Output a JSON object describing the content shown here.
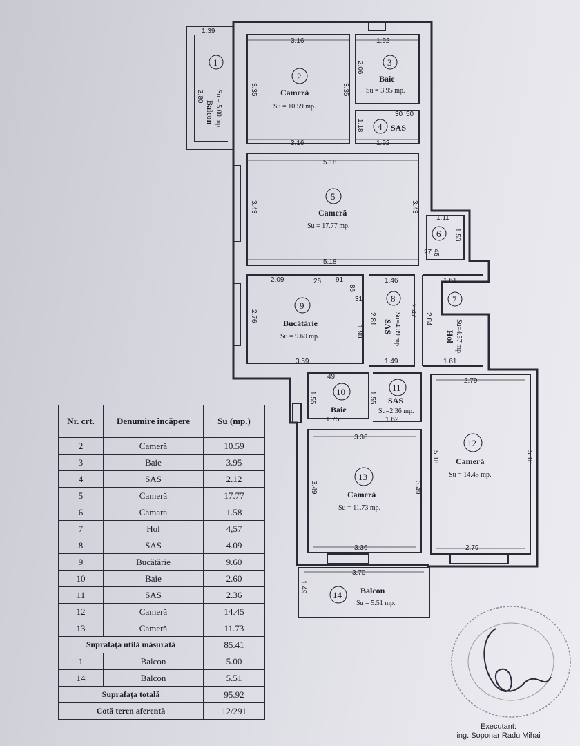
{
  "rooms": [
    {
      "nr": "1",
      "name": "Balcon",
      "area": "Su = 5.00 mp."
    },
    {
      "nr": "2",
      "name": "Cameră",
      "area": "Su = 10.59 mp."
    },
    {
      "nr": "3",
      "name": "Baie",
      "area": "Su = 3.95 mp."
    },
    {
      "nr": "4",
      "name": "SAS",
      "area": ""
    },
    {
      "nr": "5",
      "name": "Cameră",
      "area": "Su = 17.77 mp."
    },
    {
      "nr": "6",
      "name": "",
      "area": ""
    },
    {
      "nr": "7",
      "name": "Hol",
      "area": "Su=4.57 mp."
    },
    {
      "nr": "8",
      "name": "SAS",
      "area": "Su=4.09 mp."
    },
    {
      "nr": "9",
      "name": "Bucătărie",
      "area": "Su = 9.60 mp."
    },
    {
      "nr": "10",
      "name": "Baie",
      "area": ""
    },
    {
      "nr": "11",
      "name": "SAS",
      "area": "Su=2.36 mp."
    },
    {
      "nr": "12",
      "name": "Cameră",
      "area": "Su = 14.45 mp."
    },
    {
      "nr": "13",
      "name": "Cameră",
      "area": "Su = 11.73 mp."
    },
    {
      "nr": "14",
      "name": "Balcon",
      "area": "Su = 5.51 mp."
    }
  ],
  "dims": {
    "d139": "1.39",
    "d316a": "3.16",
    "d192a": "1.92",
    "d380": "3.80",
    "d335a": "3.35",
    "d335b": "3.35",
    "d206": "2.06",
    "d118": "1.18",
    "d30": "30",
    "d50": "50",
    "d316b": "3.16",
    "d192b": "1.92",
    "d518a": "5.18",
    "d343a": "3.43",
    "d343b": "3.43",
    "d111": "1.11",
    "d153": "1.53",
    "d27": "27",
    "d45": "45",
    "d518b": "5.18",
    "d209": "2.09",
    "d26": "26",
    "d91": "91",
    "d146": "1.46",
    "d161a": "1.61",
    "d86": "86",
    "d31": "31",
    "d276": "2.76",
    "d190": "1.90",
    "d281": "2.81",
    "d247": "2.47",
    "d284": "2.84",
    "d359": "3.59",
    "d149a": "1.49",
    "d161b": "1.61",
    "d49": "49",
    "d155a": "1.55",
    "d155b": "1.55",
    "d279a": "2.79",
    "d175": "1.75",
    "d162": "1.62",
    "d336a": "3.36",
    "d518c": "5.18",
    "d518d": "5.18",
    "d349a": "3.49",
    "d349b": "3.49",
    "d336b": "3.36",
    "d279b": "2.79",
    "d370": "3.70",
    "d149b": "1.49"
  },
  "table": {
    "header": {
      "nr": "Nr. crt.",
      "name": "Denumire încăpere",
      "su": "Su (mp.)"
    },
    "rows": [
      {
        "nr": "2",
        "name": "Cameră",
        "su": "10.59"
      },
      {
        "nr": "3",
        "name": "Baie",
        "su": "3.95"
      },
      {
        "nr": "4",
        "name": "SAS",
        "su": "2.12"
      },
      {
        "nr": "5",
        "name": "Cameră",
        "su": "17.77"
      },
      {
        "nr": "6",
        "name": "Cămară",
        "su": "1.58"
      },
      {
        "nr": "7",
        "name": "Hol",
        "su": "4,57"
      },
      {
        "nr": "8",
        "name": "SAS",
        "su": "4.09"
      },
      {
        "nr": "9",
        "name": "Bucătărie",
        "su": "9.60"
      },
      {
        "nr": "10",
        "name": "Baie",
        "su": "2.60"
      },
      {
        "nr": "11",
        "name": "SAS",
        "su": "2.36"
      },
      {
        "nr": "12",
        "name": "Cameră",
        "su": "14.45"
      },
      {
        "nr": "13",
        "name": "Cameră",
        "su": "11.73"
      }
    ],
    "util_label": "Suprafaţa utilă măsurată",
    "util_value": "85.41",
    "balcony_rows": [
      {
        "nr": "1",
        "name": "Balcon",
        "su": "5.00"
      },
      {
        "nr": "14",
        "name": "Balcon",
        "su": "5.51"
      }
    ],
    "total_label": "Suprafaţa totală",
    "total_value": "95.92",
    "land_label": "Cotă teren aferentă",
    "land_value": "12/291"
  },
  "executant": {
    "label": "Executant:",
    "name": "ing. Soponar Radu Mihai"
  },
  "colors": {
    "ink": "#1d1d28",
    "paper": "#e0e0e6"
  }
}
